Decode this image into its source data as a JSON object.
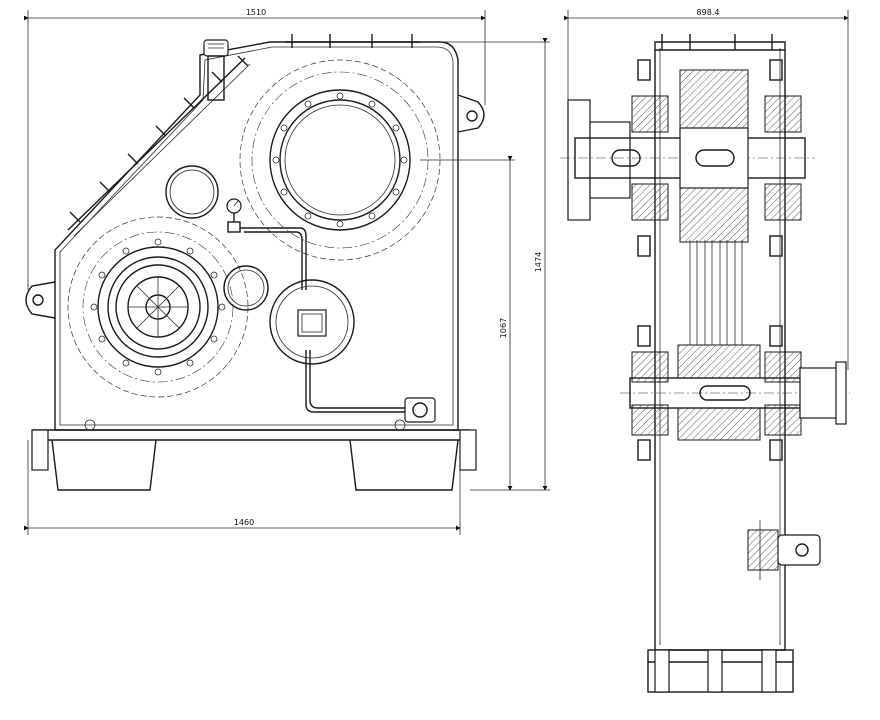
{
  "dimensions": {
    "overall_width_top": "1510",
    "side_view_width": "898.4",
    "overall_height": "1474",
    "shaft_height": "1067",
    "base_width": "1460"
  },
  "icons": {
    "oil_filler": "filler-cap-icon",
    "pressure_gauge": "gauge-icon",
    "lifting_lug": "lifting-eye-icon"
  }
}
